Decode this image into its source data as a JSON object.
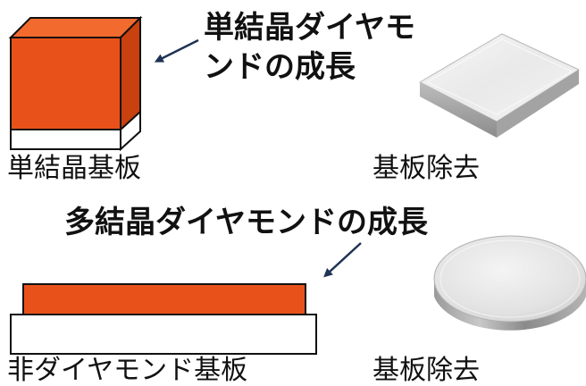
{
  "top": {
    "title_line1": "単結晶ダイヤモ",
    "title_line2": "ンドの成長",
    "substrate_caption": "単結晶基板",
    "removed_caption": "基板除去"
  },
  "bottom": {
    "title": "多結晶ダイヤモンドの成長",
    "substrate_caption": "非ダイヤモンド基板",
    "removed_caption": "基板除去"
  },
  "colors": {
    "diamond_layer": "#e8521a",
    "diamond_layer_top": "#f36a2e",
    "diamond_layer_side": "#c9410f",
    "substrate": "#ffffff",
    "outline": "#111111",
    "arrow": "#1f3354"
  }
}
